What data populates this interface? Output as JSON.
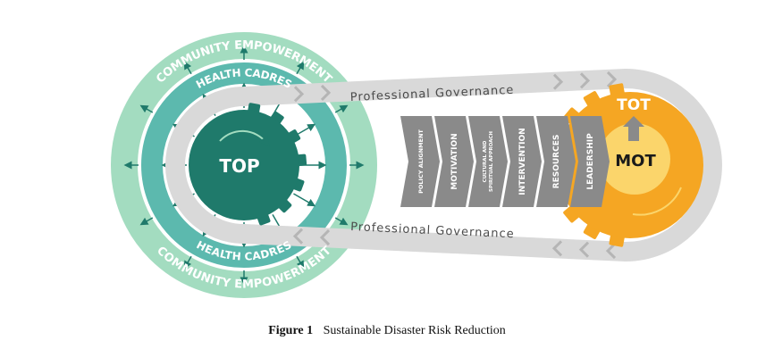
{
  "colors": {
    "outer_ring": "#a3dcc0",
    "middle_ring": "#5cb9ae",
    "top_gear": "#1f7a6b",
    "mot_gear": "#f5a623",
    "mot_core": "#fbd56b",
    "band": "#d9d9d9",
    "chevron": "#8a8a8a"
  },
  "diagram": {
    "outer_ring_label_top": "COMMUNITY EMPOWERMENT",
    "outer_ring_label_bottom": "COMMUNITY EMPOWERMENT",
    "middle_ring_label_top": "HEALTH CADRES",
    "middle_ring_label_bottom": "HEALTH CADRES",
    "gear_left_label": "TOP",
    "gear_right_label": "MOT",
    "tot_label": "TOT",
    "governance_top": "Professional Governance",
    "governance_bottom": "Professional Governance",
    "steps": [
      {
        "lines": [
          "POLICY ALIGNMENT"
        ]
      },
      {
        "lines": [
          "MOTIVATION"
        ]
      },
      {
        "lines": [
          "CULTURAL AND",
          "SPIRITUAL APPROACH"
        ]
      },
      {
        "lines": [
          "INTERVENTION"
        ]
      },
      {
        "lines": [
          "RESOURCES"
        ]
      },
      {
        "lines": [
          "LEADERSHIP"
        ]
      }
    ]
  },
  "caption": {
    "number": "Figure 1",
    "text": "Sustainable Disaster Risk Reduction"
  }
}
